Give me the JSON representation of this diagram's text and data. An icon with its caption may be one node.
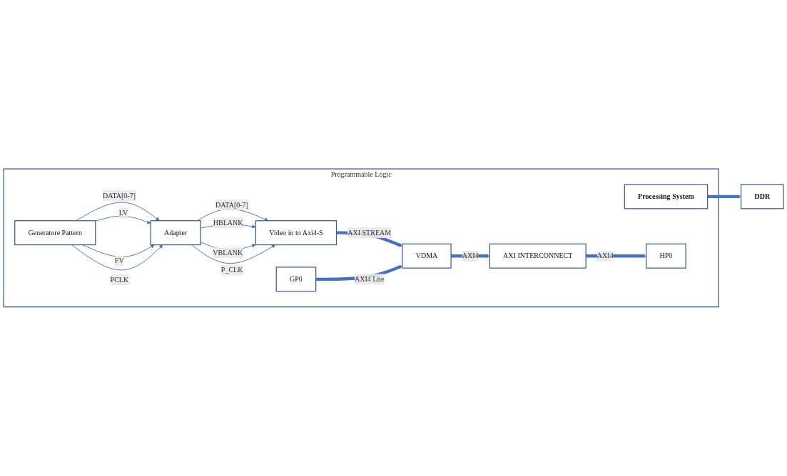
{
  "diagram": {
    "nodes": [
      {
        "text": [
          "DDR"
        ]
      },
      {
        "text": [
          "Programmable Logic"
        ]
      },
      {
        "text": [
          "Generatore Pattern"
        ],
        "in": 1
      },
      {
        "text": [
          "Adapter"
        ],
        "in": 1
      },
      {
        "text": [
          "Video in to Axi4-S"
        ],
        "in": 1
      },
      {
        "text": [
          "VDMA"
        ],
        "in": 1
      },
      {
        "text": [
          "Processing System"
        ],
        "in": 1
      },
      {
        "text": [
          "GP0"
        ],
        "in": 1
      },
      {
        "text": [
          "AXI INTERCONNECT"
        ],
        "in": 1
      },
      {
        "text": [
          "HP0"
        ],
        "in": 1
      }
    ],
    "edges": [
      {
        "from": 2,
        "to": 3,
        "arrow": "to",
        "label": "DATA[0-7]"
      },
      {
        "from": 2,
        "to": 3,
        "arrow": "to",
        "label": "LV"
      },
      {
        "from": 2,
        "to": 3,
        "arrow": "to",
        "label": "FV"
      },
      {
        "from": 2,
        "to": 3,
        "arrow": "to",
        "label": "PCLK"
      },
      {
        "from": 3,
        "to": 4,
        "arrow": "to",
        "label": "DATA[0-7]"
      },
      {
        "from": 3,
        "to": 4,
        "arrow": "to",
        "label": "HBLANK"
      },
      {
        "from": 3,
        "to": 4,
        "arrow": "to",
        "label": "VBLANK"
      },
      {
        "from": 3,
        "to": 4,
        "arrow": "to",
        "label": "P_CLK"
      },
      {
        "from": 4,
        "to": 5,
        "arrow": "to",
        "label": "AXI STREAM",
        "style": "thick"
      },
      {
        "from": 7,
        "to": 5,
        "arrow": "to",
        "label": "AXI4 Lite",
        "style": "thick"
      },
      {
        "from": 5,
        "to": 8,
        "arrow": "to",
        "label": "AXI4",
        "style": "thick"
      },
      {
        "from": 8,
        "to": 9,
        "arrow": "to",
        "label": "AXI4",
        "style": "thick"
      },
      {
        "from": 6,
        "to": 0,
        "arrow": "to",
        "style": "thick"
      }
    ]
  }
}
